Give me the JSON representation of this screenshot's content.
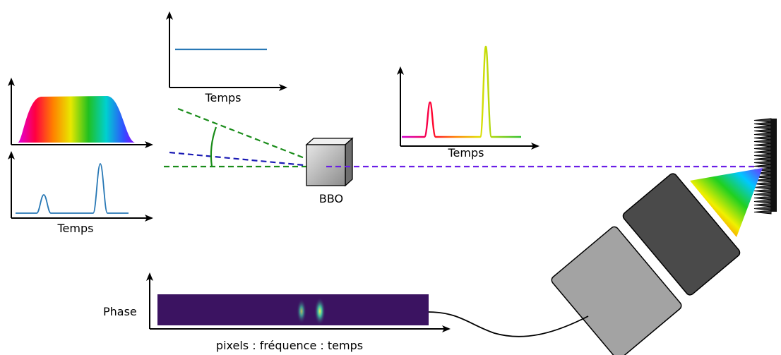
{
  "labels": {
    "time_axis": "Temps",
    "crystal": "BBO",
    "phase_axis": "Phase",
    "detector_axis": "pixels : fréquence : temps"
  },
  "colors": {
    "pulse_blue": "#2878b5",
    "beam_green": "#1a8c1a",
    "beam_blue": "#1a1ab4",
    "beam_violet": "#6a1ee6",
    "camera_dark": "#4a4a4a",
    "camera_light": "#a3a3a3",
    "spectrogram_bg": "#3b1361"
  }
}
